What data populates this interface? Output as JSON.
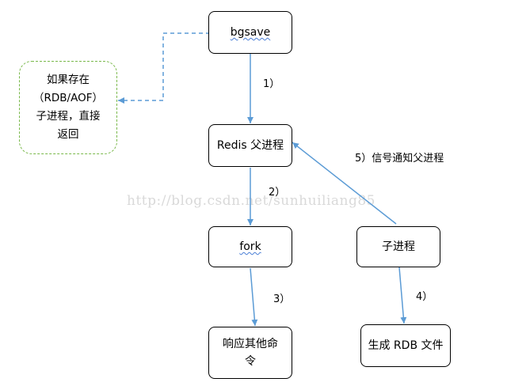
{
  "nodes": {
    "bgsave": "bgsave",
    "result": "如果存在\n（RDB/AOF）\n子进程，直接\n返回",
    "redis_parent": "Redis 父进程",
    "fork": "fork",
    "child": "子进程",
    "respond": "响应其他命\n令",
    "generate_rdb": "生成 RDB 文件"
  },
  "edge_labels": {
    "step1": "1）",
    "step2": "2）",
    "step3": "3）",
    "step4": "4）",
    "step5": "5）信号通知父进程"
  },
  "watermark": "http://blog.csdn.net/sunhuiliang85",
  "colors": {
    "arrow": "#5b9bd5",
    "dashed_border": "#79b84a"
  }
}
